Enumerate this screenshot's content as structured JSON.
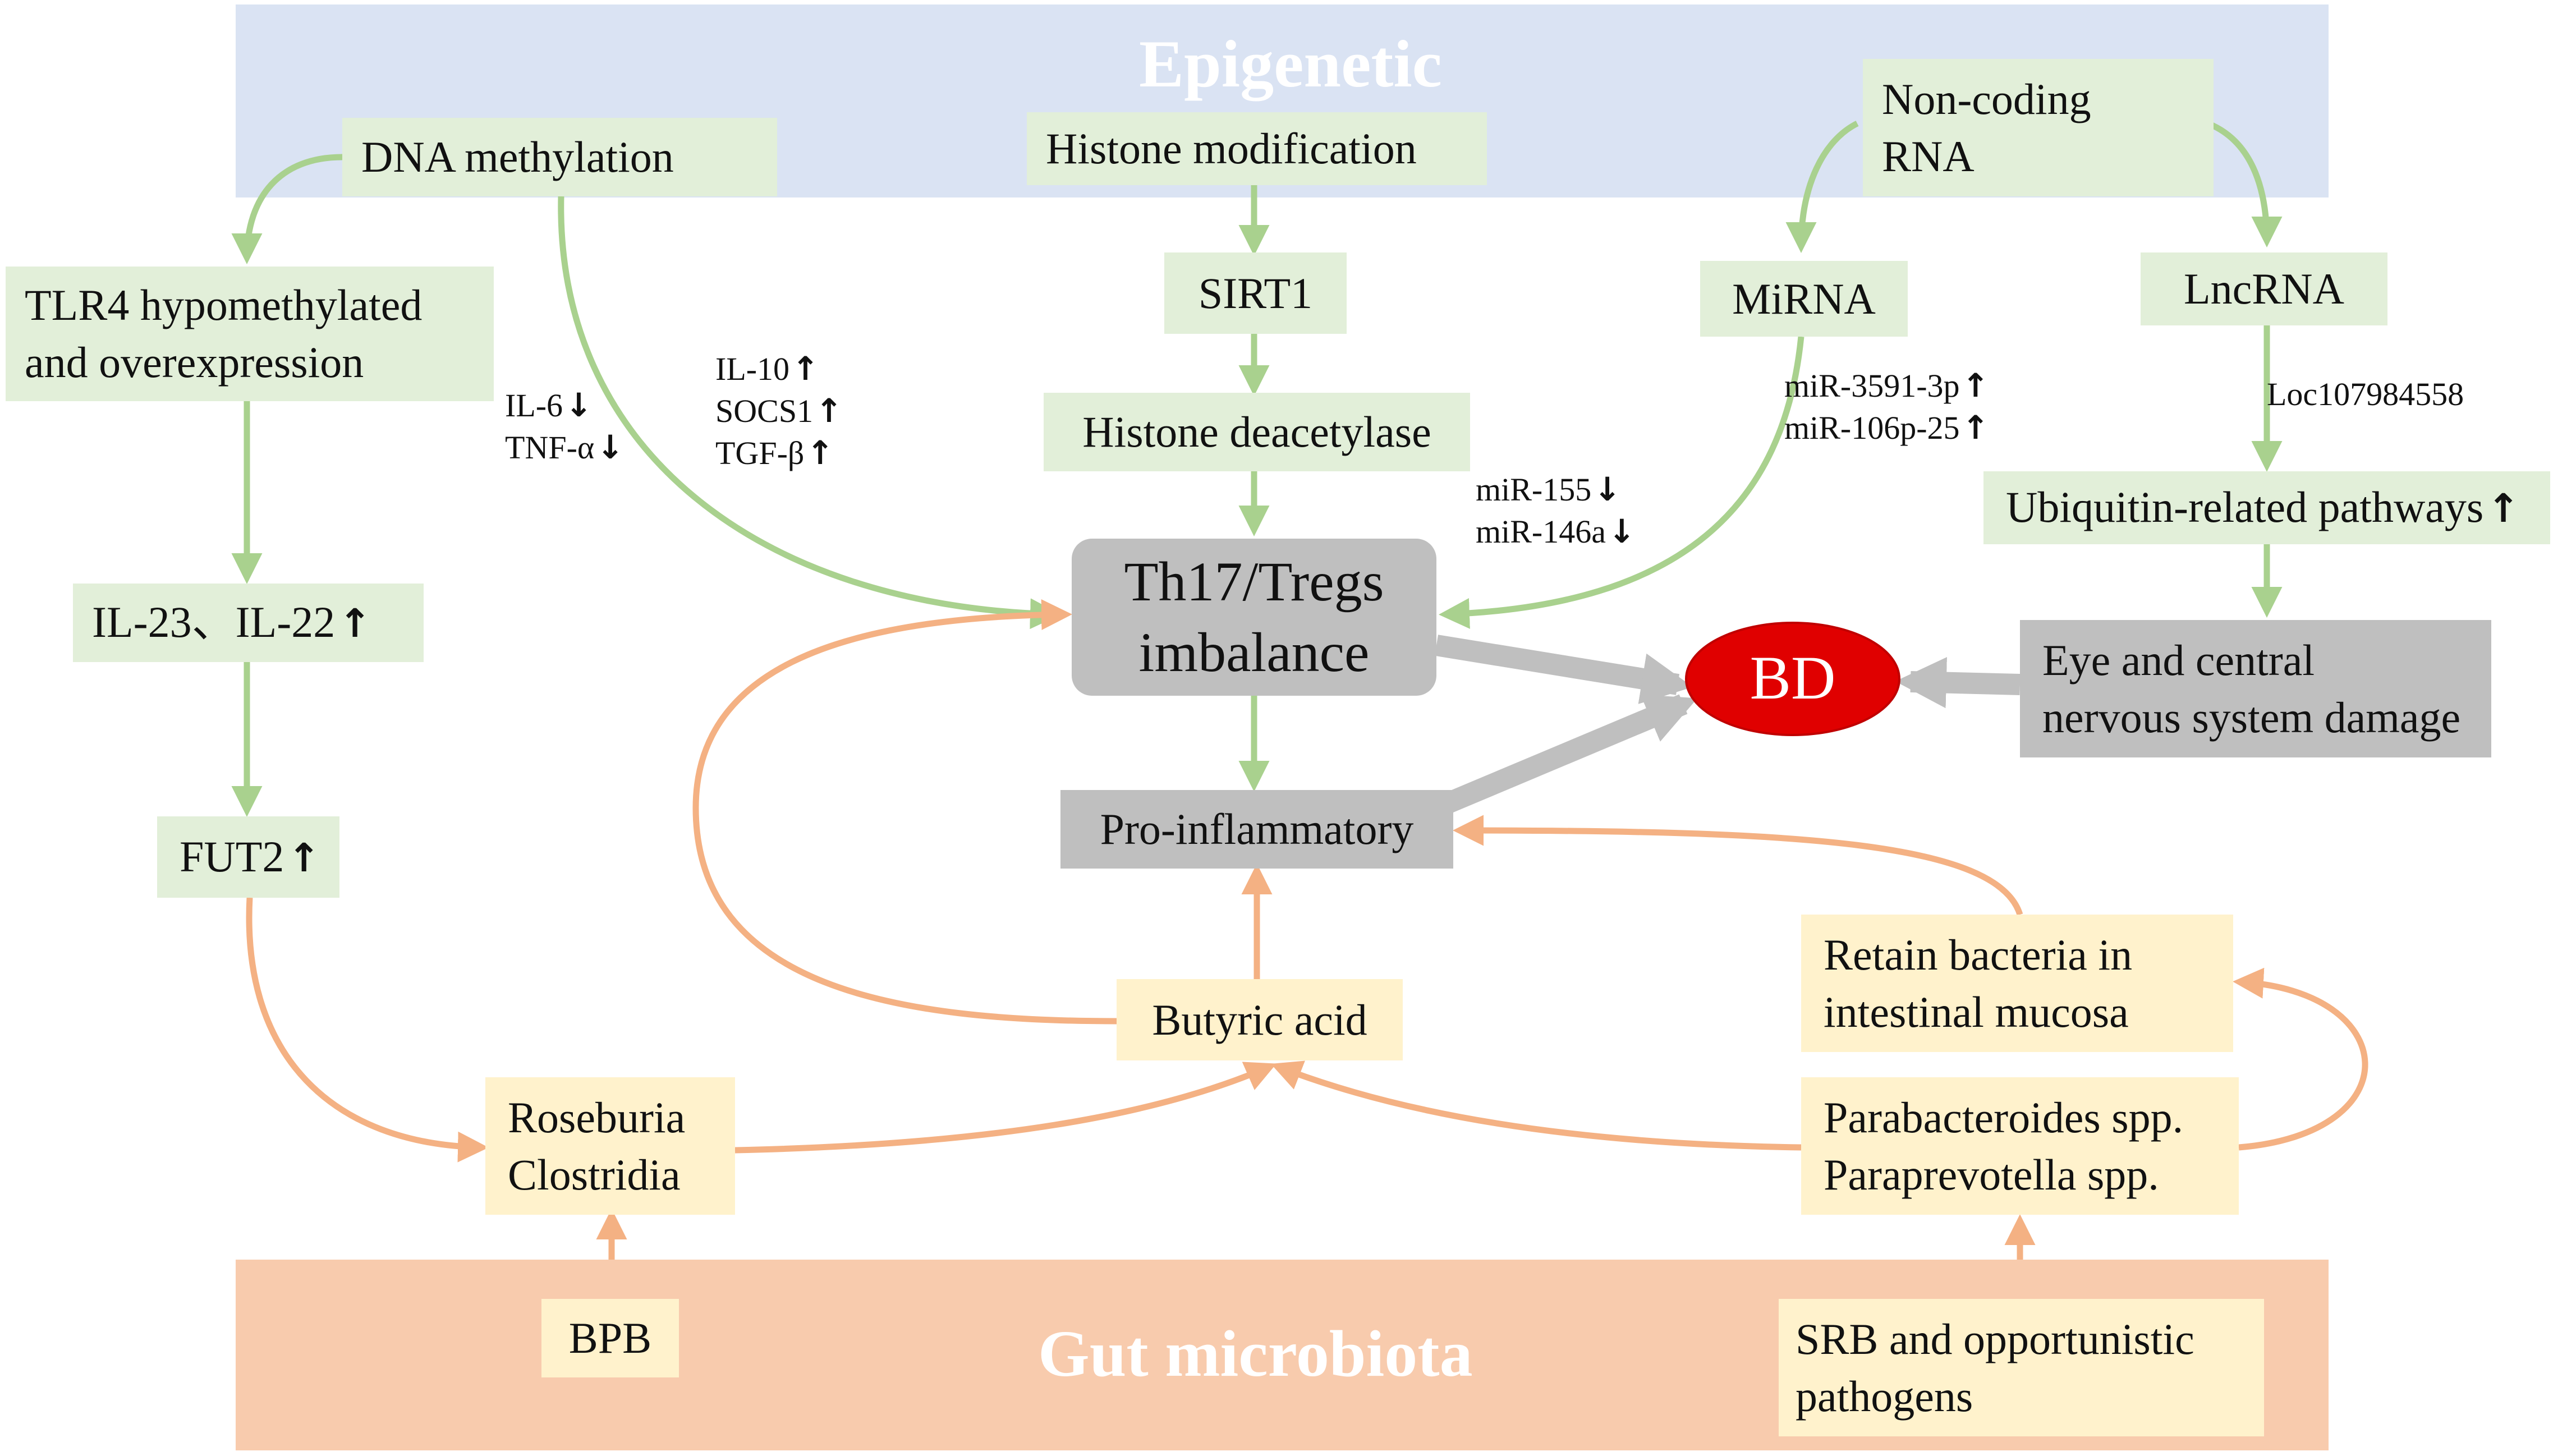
{
  "colors": {
    "epigenetic_band": "#dae3f3",
    "gut_band": "#f8cbad",
    "green_box": "#e2efd9",
    "yellow_box": "#fff2cc",
    "grey_box": "#bfbfbf",
    "bd_ellipse": "#e00000",
    "green_arrow": "#a9d18e",
    "orange_arrow": "#f4b183",
    "grey_arrow": "#bfbfbf"
  },
  "bands": {
    "epigenetic": "Epigenetic",
    "gut": "Gut microbiota"
  },
  "nodes": {
    "dna_methylation": "DNA methylation",
    "histone_modification": "Histone modification",
    "noncoding_rna": [
      "Non-coding",
      "RNA"
    ],
    "tlr4": [
      "TLR4 hypomethylated",
      "and  overexpression"
    ],
    "sirt1": "SIRT1",
    "mirna": "MiRNA",
    "lncrna": "LncRNA",
    "histone_deacetylase": "Histone deacetylase",
    "th17": [
      "Th17/Tregs",
      "imbalance"
    ],
    "bd": "BD",
    "eye_cns": [
      "Eye and central",
      "nervous system damage"
    ],
    "ubiquitin": {
      "text": "Ubiquitin-related pathways",
      "arrow": "up-arrow"
    },
    "il23": {
      "text": "IL-23、IL-22",
      "arrow": "up-arrow"
    },
    "fut2": {
      "text": "FUT2",
      "arrow": "up-arrow"
    },
    "pro_inflammatory": "Pro-inflammatory",
    "butyric_acid": "Butyric acid",
    "retain_bacteria": [
      "Retain bacteria in",
      "intestinal mucosa"
    ],
    "roseburia": [
      "Roseburia",
      "Clostridia"
    ],
    "parabacteroides": [
      "Parabacteroides spp.",
      "Paraprevotella spp."
    ],
    "bpb": "BPB",
    "srb": [
      "SRB and opportunistic",
      "pathogens"
    ]
  },
  "annotations": {
    "il6_tnf": [
      {
        "text": "IL-6",
        "arrow": "down-arrow"
      },
      {
        "text": "TNF-α",
        "arrow": "down-arrow"
      }
    ],
    "il10_socs1_tgf": [
      {
        "text": "IL-10",
        "arrow": "up-arrow"
      },
      {
        "text": "SOCS1",
        "arrow": "up-arrow"
      },
      {
        "text": "TGF-β",
        "arrow": "up-arrow"
      }
    ],
    "mir3591": [
      {
        "text": "miR-3591-3p",
        "arrow": "up-arrow"
      },
      {
        "text": "miR-106p-25",
        "arrow": "up-arrow"
      }
    ],
    "mir155": [
      {
        "text": "miR-155",
        "arrow": "down-arrow"
      },
      {
        "text": "miR-146a",
        "arrow": "down-arrow"
      }
    ],
    "loc": "Loc107984558"
  }
}
